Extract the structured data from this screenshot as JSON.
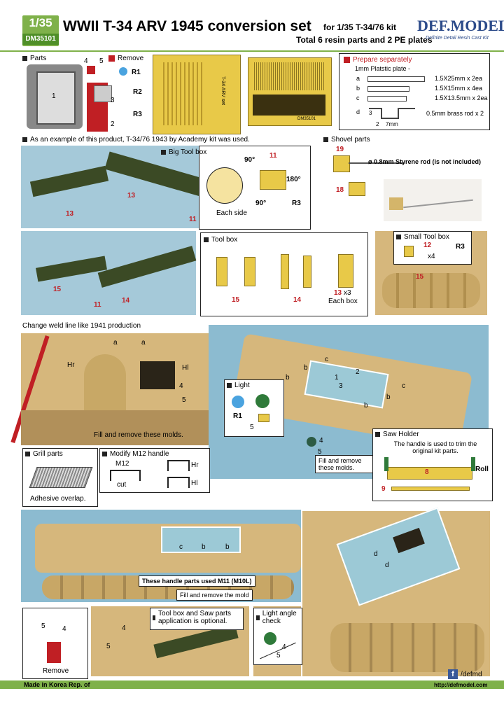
{
  "header": {
    "scale": "1/35",
    "code": "DM35101",
    "title": "WWII T-34 ARV 1945 conversion set",
    "for_kit": "for 1/35 T-34/76 kit",
    "total": "Total 6 resin parts and 2 PE plates",
    "logo": "DEF.MODEL",
    "logo_sub": "Definite Detail Resin Cast Kit"
  },
  "parts": {
    "label": "Parts",
    "remove": "Remove",
    "n1": "1",
    "n2": "2",
    "n3": "3",
    "n4": "4",
    "n5": "5",
    "r1": "R1",
    "r2": "R2",
    "r3": "R3"
  },
  "pe1_label": "T-34 ARV set",
  "pe2_label": "DM35101",
  "prepare": {
    "title": "Prepare separately",
    "plate": "1mm Platstic plate -",
    "a": "a",
    "a_text": "1.5X25mm x 2ea",
    "b": "b",
    "b_text": "1.5X15mm x 4ea",
    "c": "c",
    "c_text": "1.5X13.5mm x 2ea",
    "d": "d",
    "d_text": "0.5mm brass rod x 2",
    "dim_3": "3",
    "dim_2": "2",
    "dim_7": "7mm"
  },
  "example": "As an example of this product, T-34/76 1943  by Academy kit was used.",
  "shovel": {
    "label": "Shovel parts",
    "n19": "19",
    "n18": "18",
    "rod": "ø 0.8mm Styrene rod (is not included)"
  },
  "bigtoolbox": {
    "label": "Big Tool box",
    "n13a": "13",
    "n13b": "13",
    "n11a": "11",
    "n11b": "11",
    "deg90a": "90°",
    "deg180": "180°",
    "deg90b": "90°",
    "r3": "R3",
    "each": "Each side"
  },
  "toolbox": {
    "label": "Tool box",
    "n15": "15",
    "n14": "14",
    "n13": "13",
    "x3": "x3",
    "each": "Each box",
    "p15": "15",
    "p11": "11",
    "p14": "14"
  },
  "smalltoolbox": {
    "label": "Small Tool box",
    "n12": "12",
    "r3": "R3",
    "x4": "x4",
    "n15": "15"
  },
  "weld": "Change weld line like 1941 production",
  "rear": {
    "a1": "a",
    "a2": "a",
    "hr": "Hr",
    "hl": "Hl",
    "n4": "4",
    "n5": "5",
    "fill": "Fill and remove these molds."
  },
  "light": {
    "label": "Light",
    "r1": "R1",
    "n5": "5"
  },
  "hull": {
    "c1": "c",
    "b1": "b",
    "b2": "b",
    "b3": "b",
    "c2": "c",
    "b4": "b",
    "n1": "1",
    "n2": "2",
    "n3": "3",
    "n4": "4",
    "n5": "5",
    "fill": "Fill and remove these molds."
  },
  "saw": {
    "label": "Saw Holder",
    "text": "The handle is used to trim the original kit parts.",
    "n8": "8",
    "n9": "9",
    "roll": "Roll"
  },
  "grill": {
    "label": "Grill parts",
    "adhesive": "Adhesive overlap."
  },
  "m12": {
    "label": "Modify M12 handle",
    "m12": "M12",
    "hr": "Hr",
    "cut": "cut",
    "hl": "Hl"
  },
  "mid": {
    "c": "c",
    "b1": "b",
    "b2": "b",
    "note1": "These handle parts used M11 (M10L)",
    "note2": "Fill and remove the mold",
    "d1": "d",
    "d2": "d"
  },
  "bottom": {
    "n5": "5",
    "n4": "4",
    "remove": "Remove",
    "opt_label": "Tool box and Saw parts application is optional.",
    "p4": "4",
    "p5": "5",
    "lightcheck": "Light angle check",
    "l4": "4",
    "l5": "5"
  },
  "footer": {
    "made": "Made in Korea Rep. of",
    "fb": "/defmd",
    "url": "http://defmodel.com"
  }
}
